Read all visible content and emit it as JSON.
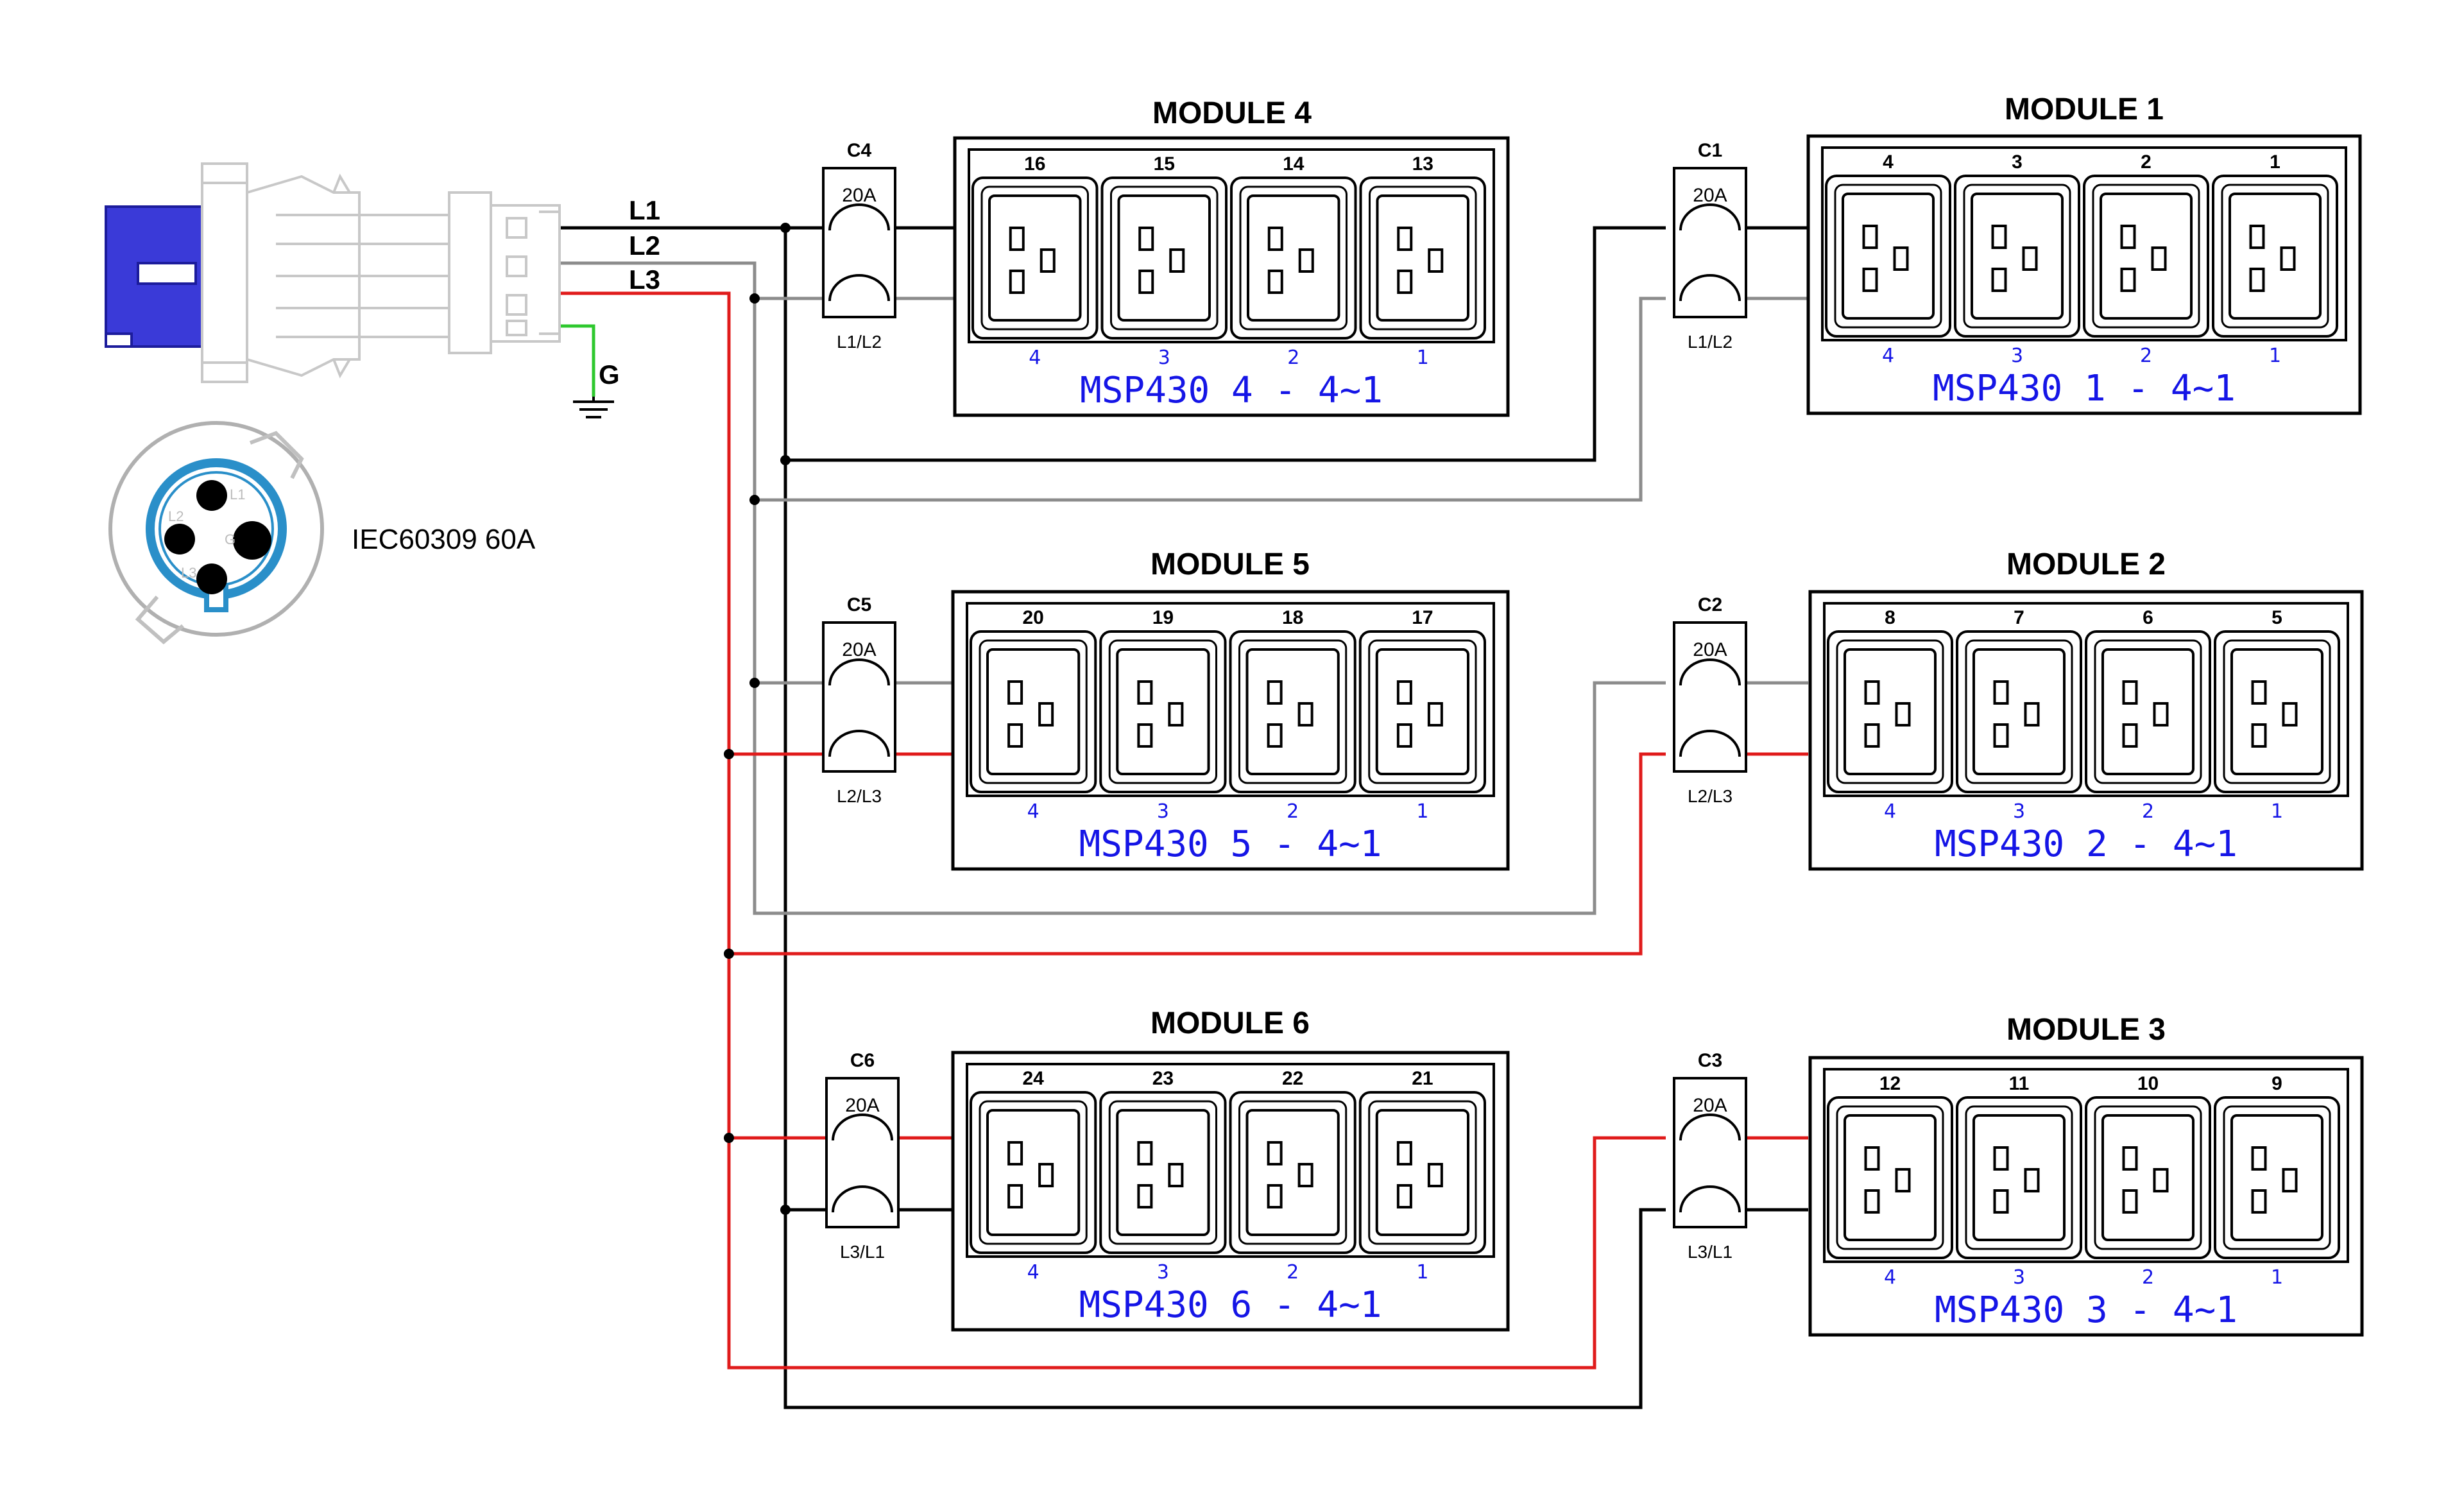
{
  "plug": {
    "label": "IEC60309 60A",
    "lines": {
      "l1": "L1",
      "l2": "L2",
      "l3": "L3",
      "ground": "G"
    },
    "pins": {
      "l1": "L1",
      "l2": "L2",
      "l3": "L3",
      "ground": "G"
    }
  },
  "wire_colors": {
    "L1": "#000000",
    "L2": "#8c8c8c",
    "L3": "#e01b1b",
    "G": "#2ec82e"
  },
  "modules": [
    {
      "key": "m4",
      "title": "MODULE 4",
      "breaker": {
        "id": "C4",
        "rating": "20A",
        "phases": "L1/L2"
      },
      "outlets": [
        "16",
        "15",
        "14",
        "13"
      ],
      "sub": [
        "4",
        "3",
        "2",
        "1"
      ],
      "label": "MSP430  4  -  4~1"
    },
    {
      "key": "m1",
      "title": "MODULE 1",
      "breaker": {
        "id": "C1",
        "rating": "20A",
        "phases": "L1/L2"
      },
      "outlets": [
        "4",
        "3",
        "2",
        "1"
      ],
      "sub": [
        "4",
        "3",
        "2",
        "1"
      ],
      "label": "MSP430  1  -  4~1"
    },
    {
      "key": "m5",
      "title": "MODULE 5",
      "breaker": {
        "id": "C5",
        "rating": "20A",
        "phases": "L2/L3"
      },
      "outlets": [
        "20",
        "19",
        "18",
        "17"
      ],
      "sub": [
        "4",
        "3",
        "2",
        "1"
      ],
      "label": "MSP430  5  -  4~1"
    },
    {
      "key": "m2",
      "title": "MODULE 2",
      "breaker": {
        "id": "C2",
        "rating": "20A",
        "phases": "L2/L3"
      },
      "outlets": [
        "8",
        "7",
        "6",
        "5"
      ],
      "sub": [
        "4",
        "3",
        "2",
        "1"
      ],
      "label": "MSP430  2  -  4~1"
    },
    {
      "key": "m6",
      "title": "MODULE 6",
      "breaker": {
        "id": "C6",
        "rating": "20A",
        "phases": "L3/L1"
      },
      "outlets": [
        "24",
        "23",
        "22",
        "21"
      ],
      "sub": [
        "4",
        "3",
        "2",
        "1"
      ],
      "label": "MSP430  6  -  4~1"
    },
    {
      "key": "m3",
      "title": "MODULE 3",
      "breaker": {
        "id": "C3",
        "rating": "20A",
        "phases": "L3/L1"
      },
      "outlets": [
        "12",
        "11",
        "10",
        "9"
      ],
      "sub": [
        "4",
        "3",
        "2",
        "1"
      ],
      "label": "MSP430  3  -  4~1"
    }
  ]
}
